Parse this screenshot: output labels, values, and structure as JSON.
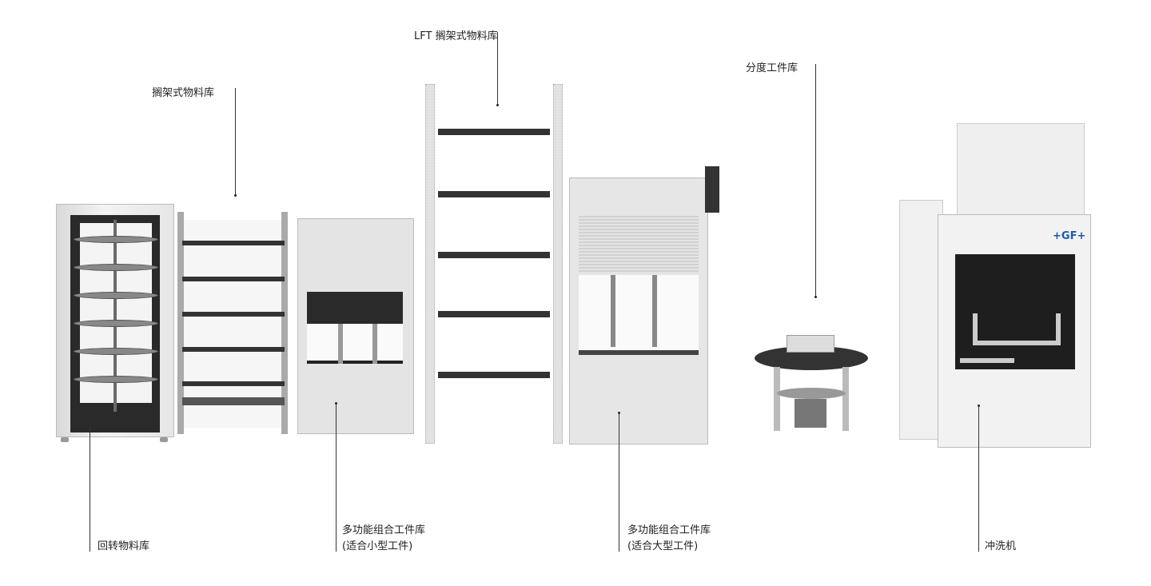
{
  "labels": {
    "lft_rack": "LFT 搁架式物料库",
    "shelf_rack": "搁架式物料库",
    "indexing_store": "分度工件库",
    "rotary_store": "回转物料库",
    "multi_small_line1": "多功能组合工件库",
    "multi_small_line2": "(适合小型工件)",
    "multi_large_line1": "多功能组合工件库",
    "multi_large_line2": "(适合大型工件)",
    "washer": "冲洗机"
  },
  "logo": "+GF+",
  "colors": {
    "logo": "#1f5aa6",
    "line": "#333333"
  }
}
